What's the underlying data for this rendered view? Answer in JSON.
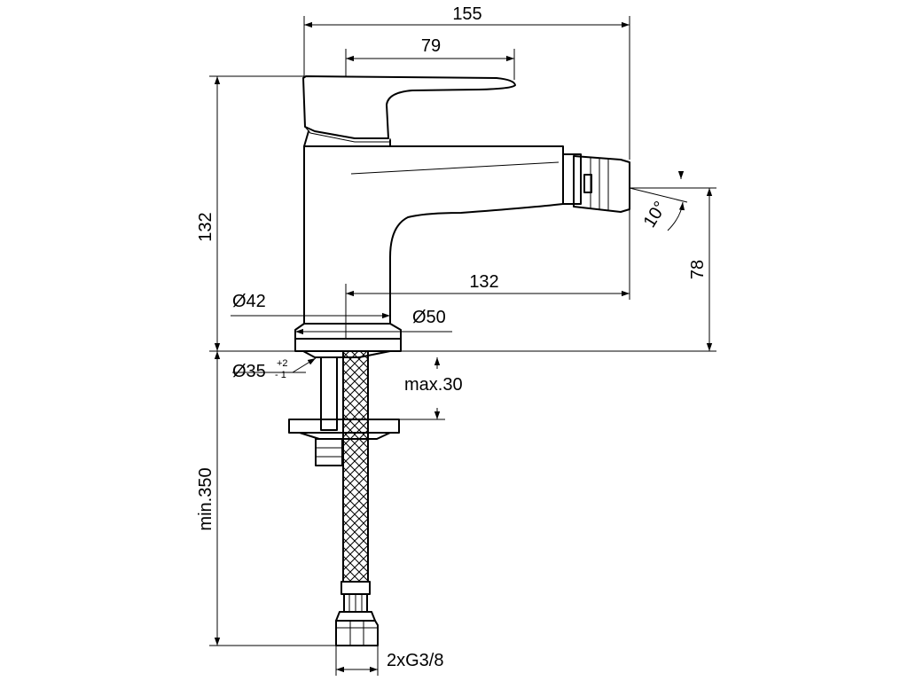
{
  "drawing": {
    "dimensions": {
      "overall_width": "155",
      "handle_width": "79",
      "spout_reach": "132",
      "overall_height": "132",
      "spout_height": "78",
      "base_diameter": "Ø42",
      "rosette_diameter": "Ø50",
      "hole_diameter": "Ø35",
      "hole_tol_plus": "+2",
      "hole_tol_minus": "- 1",
      "max_thickness": "max.30",
      "min_hose_length": "min.350",
      "connection": "2xG3/8",
      "angle": "10°"
    }
  }
}
